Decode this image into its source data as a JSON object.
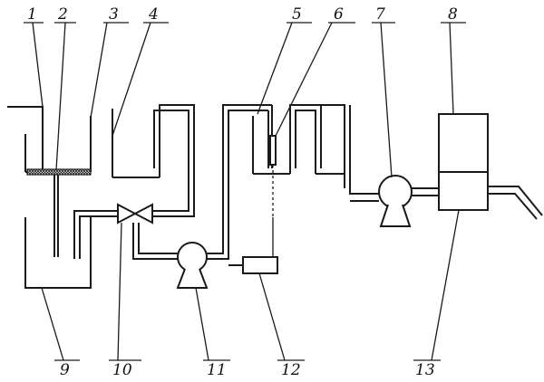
{
  "labels": {
    "l1": "1",
    "l2": "2",
    "l3": "3",
    "l4": "4",
    "l5": "5",
    "l6": "6",
    "l7": "7",
    "l8": "8",
    "l9": "9",
    "l10": "10",
    "l11": "11",
    "l12": "12",
    "l13": "13"
  },
  "colors": {
    "line": "#1a1a1a",
    "background": "#ffffff"
  }
}
